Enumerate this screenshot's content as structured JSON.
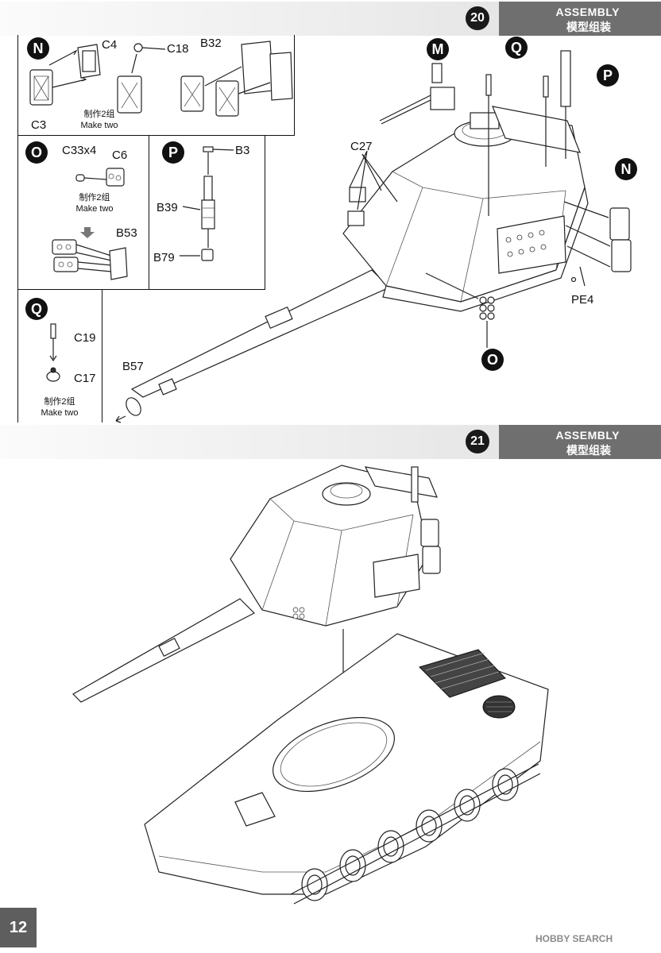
{
  "page_number": "12",
  "watermark": "HOBBY SEARCH",
  "steps": [
    {
      "number": "20",
      "title_en": "ASSEMBLY",
      "title_cn": "模型组装"
    },
    {
      "number": "21",
      "title_en": "ASSEMBLY",
      "title_cn": "模型组装"
    }
  ],
  "subassemblies": {
    "N": {
      "letter": "N",
      "parts": [
        "C4",
        "C18",
        "B32",
        "C3"
      ],
      "note_cn": "制作2组",
      "note_en": "Make two"
    },
    "O": {
      "letter": "O",
      "parts": [
        "C33x4",
        "C6",
        "B53"
      ],
      "note_cn": "制作2组",
      "note_en": "Make two"
    },
    "P": {
      "letter": "P",
      "parts": [
        "B3",
        "B39",
        "B79"
      ]
    },
    "Q": {
      "letter": "Q",
      "parts": [
        "C19",
        "C17"
      ],
      "note_cn": "制作2组",
      "note_en": "Make two"
    }
  },
  "main_labels": {
    "turret_callouts": [
      "M",
      "Q",
      "P",
      "N",
      "O"
    ],
    "parts": [
      "C27",
      "PE4",
      "B57"
    ]
  }
}
